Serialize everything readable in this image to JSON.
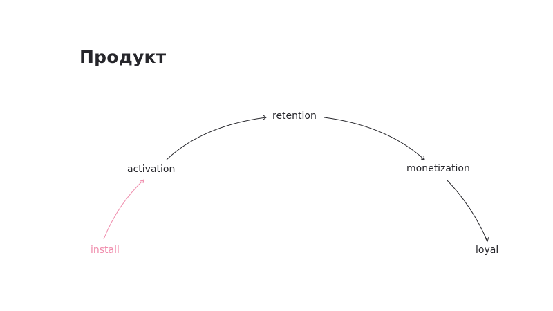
{
  "title": "Продукт",
  "nodes": {
    "install": "install",
    "activation": "activation",
    "retention": "retention",
    "monetization": "monetization",
    "loyal": "loyal"
  },
  "colors": {
    "text": "#26262b",
    "highlight": "#f08cac",
    "arrow": "#26262b"
  }
}
